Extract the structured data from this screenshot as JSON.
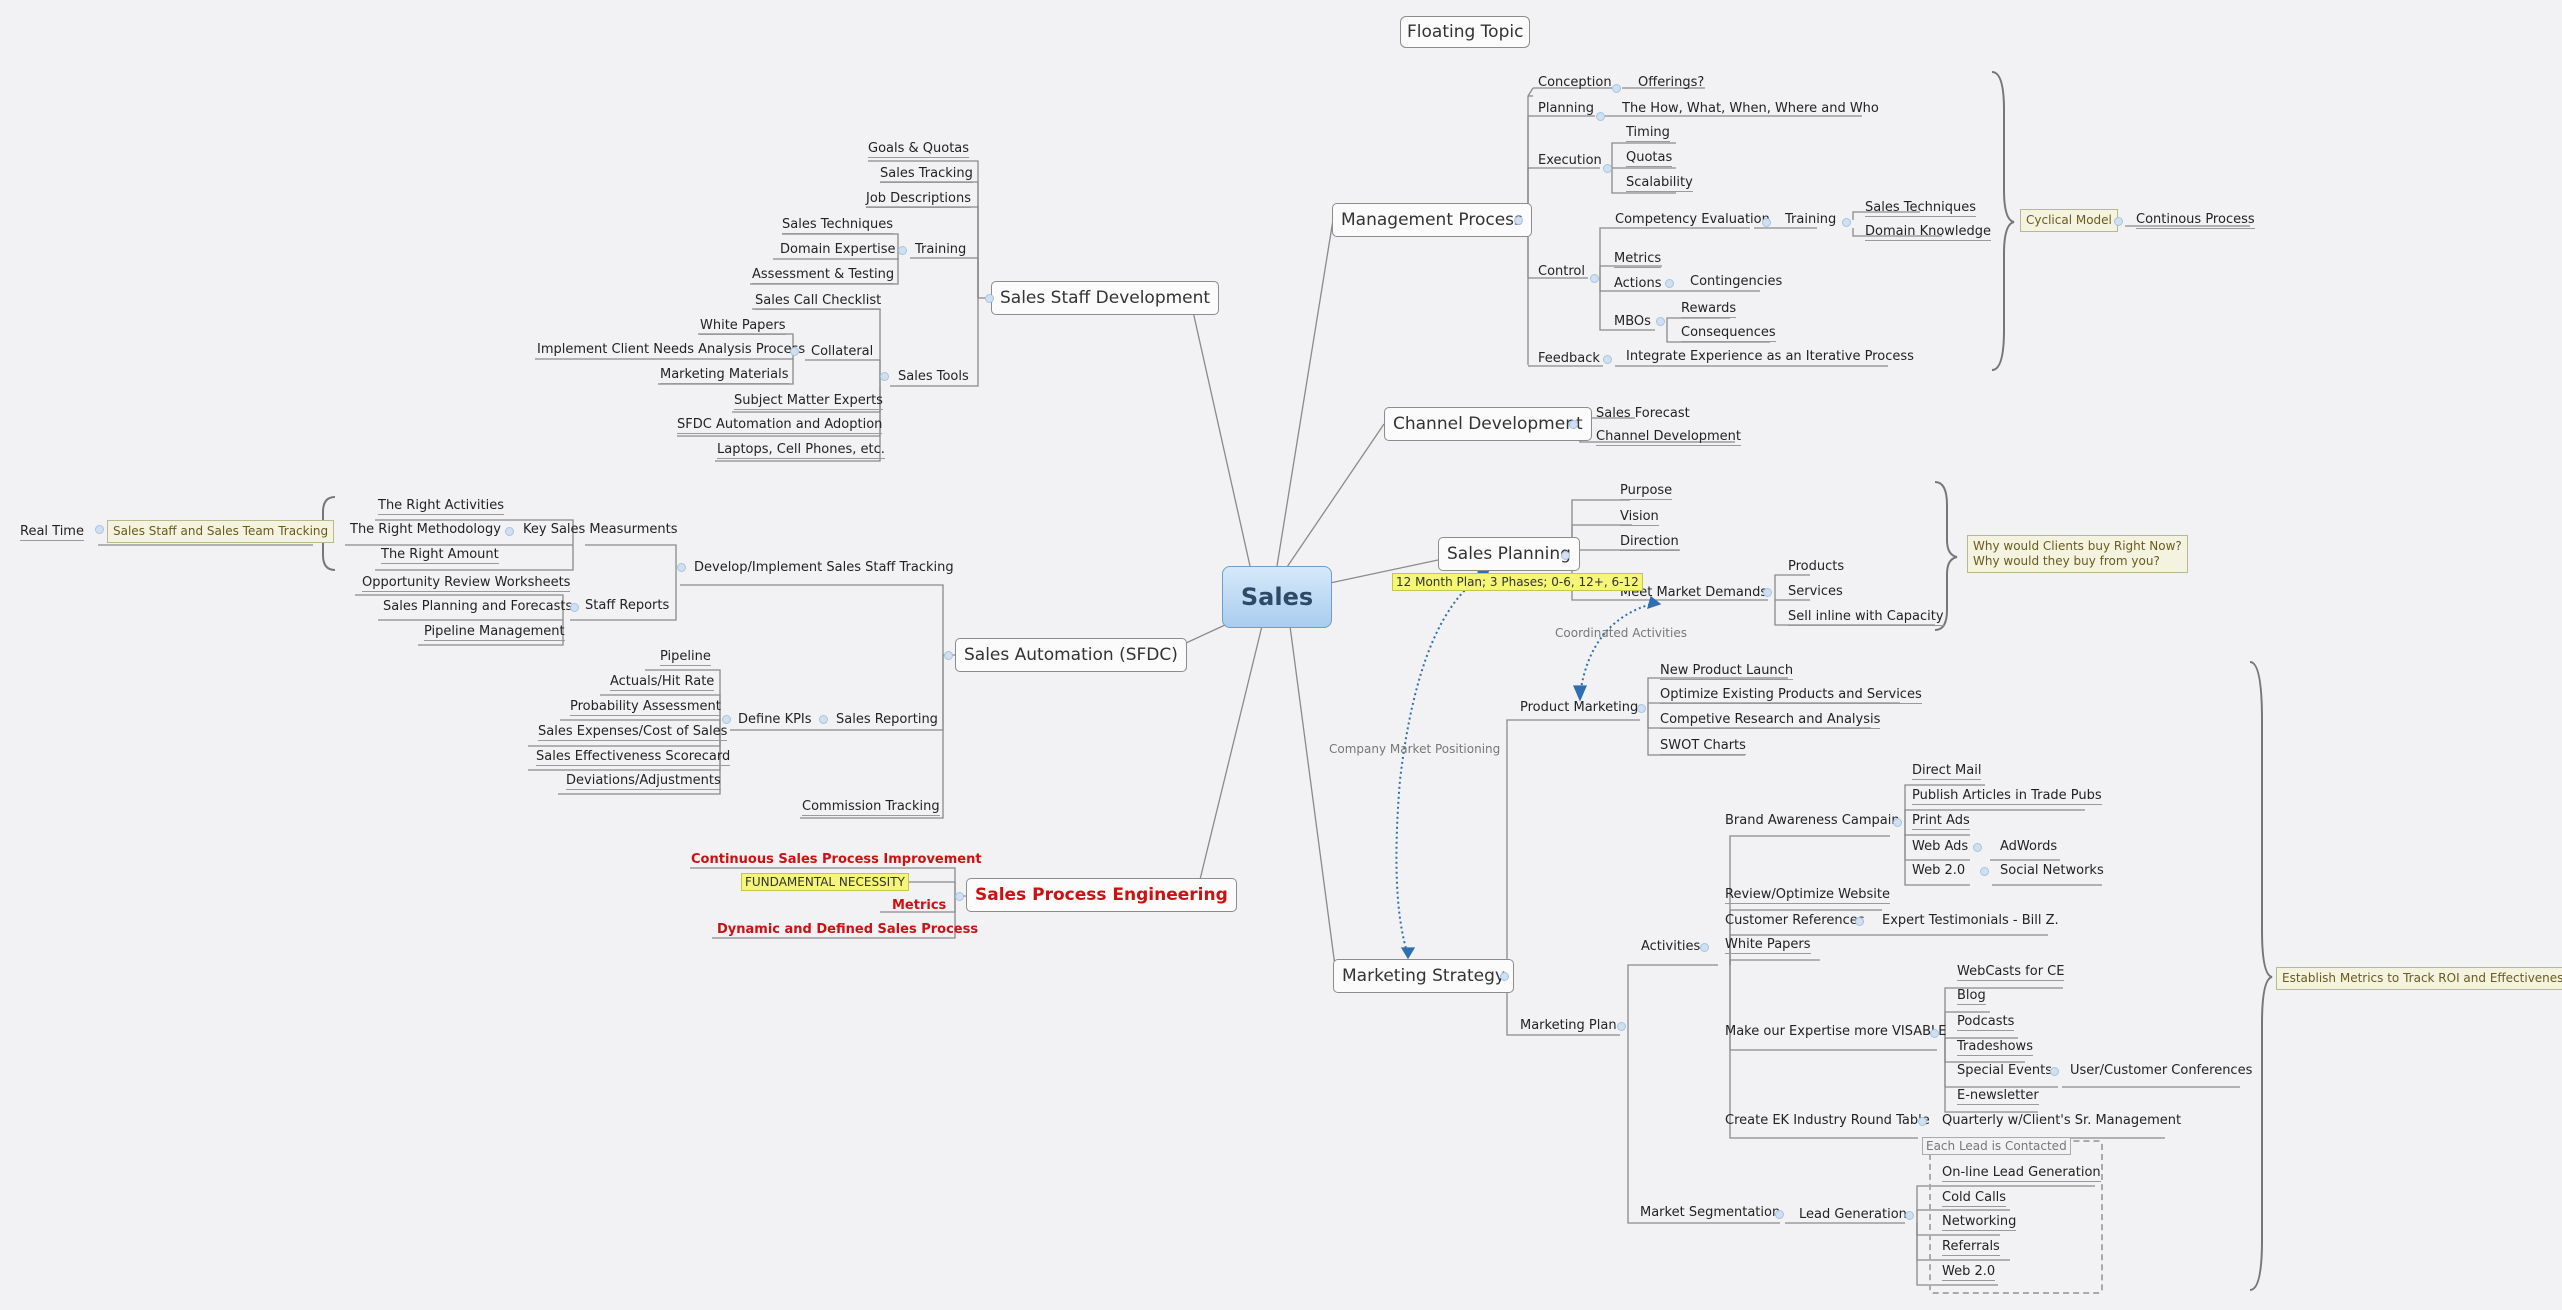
{
  "central": "Sales",
  "floating_topic": "Floating Topic",
  "main": {
    "management_process": "Management Process",
    "channel_development": "Channel Development",
    "sales_planning": "Sales Planning",
    "marketing_strategy": "Marketing Strategy",
    "sales_staff_development": "Sales Staff Development",
    "sales_automation": "Sales Automation (SFDC)",
    "sales_process_engineering": "Sales Process Engineering"
  },
  "management": {
    "conception": "Conception",
    "offerings": "Offerings?",
    "planning": "Planning",
    "how_what": "The How, What, When, Where and Who",
    "execution": "Execution",
    "timing": "Timing",
    "quotas": "Quotas",
    "scalability": "Scalability",
    "control": "Control",
    "competency_evaluation": "Competency Evaluation",
    "training": "Training",
    "sales_techniques": "Sales Techniques",
    "domain_knowledge": "Domain Knowledge",
    "metrics": "Metrics",
    "actions": "Actions",
    "contingencies": "Contingencies",
    "mbos": "MBOs",
    "rewards": "Rewards",
    "consequences": "Consequences",
    "feedback": "Feedback",
    "integrate": "Integrate Experience as an Iterative Process",
    "cyclical_model": "Cyclical Model",
    "continous_process": "Continous Process"
  },
  "channel": {
    "sales_forecast": "Sales Forecast",
    "channel_development": "Channel Development"
  },
  "planning": {
    "purpose": "Purpose",
    "vision": "Vision",
    "direction": "Direction",
    "meet_market_demands": "Meet Market Demands",
    "products": "Products",
    "services": "Services",
    "sell_inline": "Sell inline with Capacity",
    "callout": [
      "Why would Clients buy Right Now?",
      "Why would they buy from you?"
    ],
    "label": "12 Month Plan; 3 Phases; 0-6, 12+, 6-12"
  },
  "relationships": {
    "coordinated": "Coordinated Activities",
    "company_positioning": "Company Market Positioning"
  },
  "marketing": {
    "product_marketing": "Product Marketing",
    "new_product_launch": "New Product Launch",
    "optimize_existing": "Optimize Existing Products and Services",
    "competitive_research": "Competive Research and Analysis",
    "swot": "SWOT Charts",
    "marketing_plan": "Marketing Plan",
    "activities": "Activities",
    "brand_awareness": "Brand Awareness Campain",
    "direct_mail": "Direct Mail",
    "publish_articles": "Publish Articles in Trade Pubs",
    "print_ads": "Print Ads",
    "web_ads": "Web Ads",
    "adwords": "AdWords",
    "web20": "Web 2.0",
    "social_networks": "Social Networks",
    "review_website": "Review/Optimize Website",
    "customer_references": "Customer References",
    "expert_testimonials": "Expert Testimonials - Bill Z.",
    "white_papers": "White Papers",
    "make_expertise": "Make our Expertise more VISABLE",
    "webcasts": "WebCasts for CE",
    "blog": "Blog",
    "podcasts": "Podcasts",
    "tradeshows": "Tradeshows",
    "special_events": "Special Events",
    "user_conferences": "User/Customer Conferences",
    "enewsletter": "E-newsletter",
    "round_table": "Create EK Industry Round Table",
    "quarterly": "Quarterly w/Client's Sr. Management",
    "market_segmentation": "Market Segmentation",
    "lead_generation": "Lead Generation",
    "each_lead": "Each Lead is Contacted",
    "online_lead": "On-line Lead Generation",
    "cold_calls": "Cold Calls",
    "networking": "Networking",
    "referrals": "Referrals",
    "web20_b": "Web 2.0",
    "establish_metrics": "Establish Metrics to Track ROI and Effectiveness"
  },
  "staff": {
    "goals": "Goals & Quotas",
    "sales_tracking": "Sales Tracking",
    "job_descriptions": "Job Descriptions",
    "training": "Training",
    "sales_techniques": "Sales Techniques",
    "domain_expertise": "Domain Expertise",
    "assessment": "Assessment & Testing",
    "sales_tools": "Sales Tools",
    "call_checklist": "Sales Call Checklist",
    "collateral": "Collateral",
    "white_papers": "White Papers",
    "client_needs": "Implement Client Needs Analysis Process",
    "marketing_materials": "Marketing Materials",
    "sme": "Subject Matter Experts",
    "sfdc_automation": "SFDC Automation and Adoption",
    "laptops": "Laptops, Cell Phones, etc."
  },
  "automation": {
    "develop_tracking": "Develop/Implement Sales Staff Tracking",
    "key_measurements": "Key Sales Measurments",
    "right_activities": "The Right Activities",
    "right_methodology": "The Right Methodology",
    "right_amount": "The Right Amount",
    "team_tracking": "Sales Staff and Sales Team Tracking",
    "real_time": "Real Time",
    "staff_reports": "Staff Reports",
    "opportunity_review": "Opportunity Review Worksheets",
    "planning_forecasts": "Sales Planning and Forecasts",
    "pipeline_management": "Pipeline Management",
    "sales_reporting": "Sales Reporting",
    "define_kpis": "Define KPIs",
    "pipeline": "Pipeline",
    "actuals": "Actuals/Hit Rate",
    "probability": "Probability Assessment",
    "expenses": "Sales Expenses/Cost of Sales",
    "effectiveness": "Sales Effectiveness Scorecard",
    "deviations": "Deviations/Adjustments",
    "commission": "Commission Tracking"
  },
  "engineering": {
    "continuous": "Continuous Sales Process Improvement",
    "fundamental": "FUNDAMENTAL NECESSITY",
    "metrics": "Metrics",
    "dynamic": "Dynamic and Defined Sales Process"
  }
}
